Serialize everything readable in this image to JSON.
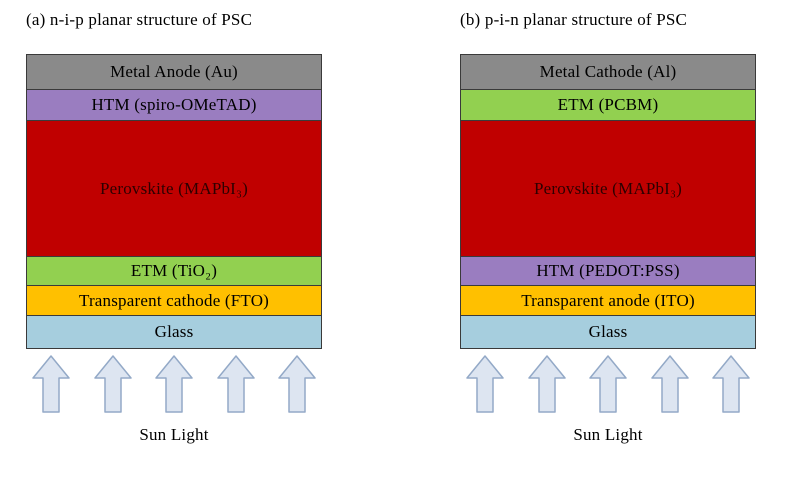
{
  "figure": {
    "arrow_count": 5,
    "arrow_fill": "#dde5f1",
    "arrow_stroke": "#93a9c7"
  },
  "panels": [
    {
      "id": "a",
      "title": "(a) n-i-p planar structure of PSC",
      "sun_label": "Sun Light",
      "layers": [
        {
          "id": "metal-anode",
          "label": "Metal Anode (Au)",
          "color": "#8a8a8a",
          "text_color": "#000000",
          "height": 36
        },
        {
          "id": "htm",
          "label": "HTM (spiro-OMeTAD)",
          "color": "#9a7dc0",
          "text_color": "#000000",
          "height": 32
        },
        {
          "id": "perovskite",
          "label": "Perovskite (MAPbI₃)",
          "color": "#c00000",
          "text_color": "#2d0000",
          "height": 137
        },
        {
          "id": "etm",
          "label": "ETM (TiO₂)",
          "color": "#92d050",
          "text_color": "#000000",
          "height": 30
        },
        {
          "id": "transparent-cathode",
          "label": "Transparent cathode (FTO)",
          "color": "#ffc000",
          "text_color": "#000000",
          "height": 31
        },
        {
          "id": "glass",
          "label": "Glass",
          "color": "#a6cede",
          "text_color": "#000000",
          "height": 34
        }
      ]
    },
    {
      "id": "b",
      "title": "(b) p-i-n planar structure of PSC",
      "sun_label": "Sun Light",
      "layers": [
        {
          "id": "metal-cathode",
          "label": "Metal Cathode (Al)",
          "color": "#8a8a8a",
          "text_color": "#000000",
          "height": 36
        },
        {
          "id": "etm",
          "label": "ETM (PCBM)",
          "color": "#92d050",
          "text_color": "#000000",
          "height": 32
        },
        {
          "id": "perovskite",
          "label": "Perovskite (MAPbI₃)",
          "color": "#c00000",
          "text_color": "#2d0000",
          "height": 137
        },
        {
          "id": "htm",
          "label": "HTM (PEDOT:PSS)",
          "color": "#9a7dc0",
          "text_color": "#000000",
          "height": 30
        },
        {
          "id": "transparent-anode",
          "label": "Transparent anode (ITO)",
          "color": "#ffc000",
          "text_color": "#000000",
          "height": 31
        },
        {
          "id": "glass",
          "label": "Glass",
          "color": "#a6cede",
          "text_color": "#000000",
          "height": 34
        }
      ]
    }
  ]
}
